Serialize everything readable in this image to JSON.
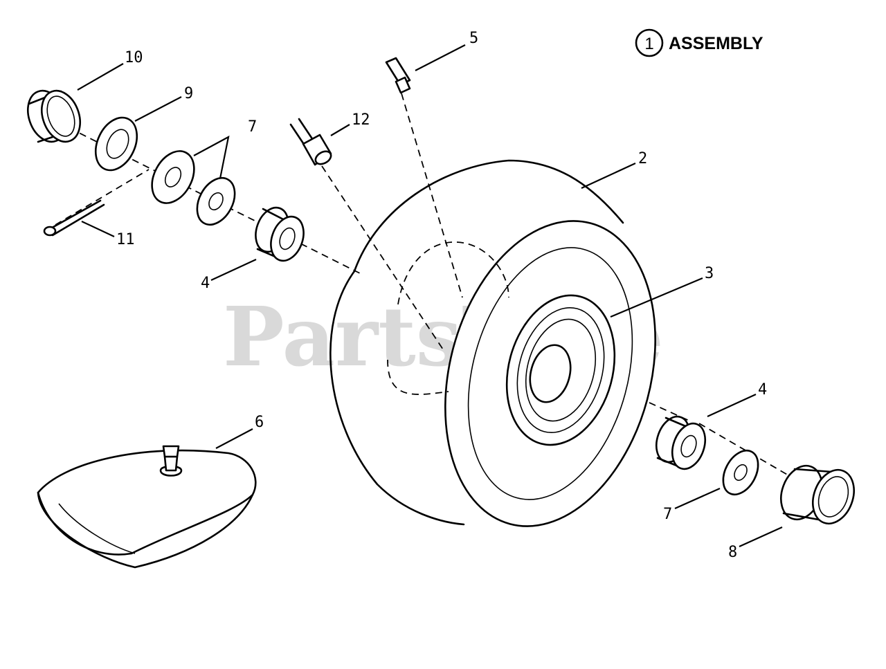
{
  "watermark": "PartsTree",
  "assembly": {
    "number": "1",
    "label": "ASSEMBLY"
  },
  "callouts": [
    {
      "id": "c10",
      "text": "10"
    },
    {
      "id": "c9",
      "text": "9"
    },
    {
      "id": "c7a",
      "text": "7"
    },
    {
      "id": "c11",
      "text": "11"
    },
    {
      "id": "c4a",
      "text": "4"
    },
    {
      "id": "c12",
      "text": "12"
    },
    {
      "id": "c5",
      "text": "5"
    },
    {
      "id": "c2",
      "text": "2"
    },
    {
      "id": "c3",
      "text": "3"
    },
    {
      "id": "c6",
      "text": "6"
    },
    {
      "id": "c4b",
      "text": "4"
    },
    {
      "id": "c7b",
      "text": "7"
    },
    {
      "id": "c8",
      "text": "8"
    }
  ]
}
